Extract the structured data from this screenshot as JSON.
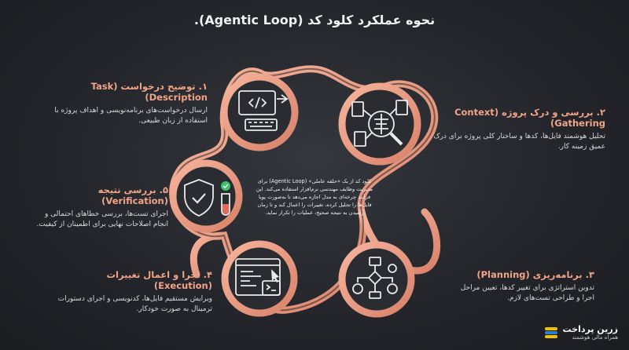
{
  "title": "نحوه عملکرد کلود کد (Agentic Loop).",
  "center": "کلود کد از یک «حلقه عاملی» (Agentic Loop) برای مدیریت وظایف مهندسی نرم‌افزار استفاده می‌کند. این فرآیند چرخه‌ای به مدل اجازه می‌دهد تا به‌صورت پویا فایل‌ها را تحلیل کرده، تغییرات را اعمال کند و تا زمان رسیدن به نتیجه صحیح، عملیات را تکرار نماید.",
  "steps": [
    {
      "title": "۱. توضیح درخواست (Task Description)",
      "desc": "ارسال درخواست‌های برنامه‌نویسی و اهداف پروژه با استفاده از زبان طبیعی."
    },
    {
      "title": "۲. بررسی و درک پروژه (Context Gathering)",
      "desc": "تحلیل هوشمند فایل‌ها، کدها و ساختار کلی پروژه برای درک عمیق زمینه کار."
    },
    {
      "title": "۳. برنامه‌ریزی (Planning)",
      "desc": "تدوین استراتژی برای تغییر کدها، تعیین مراحل اجرا و طراحی تست‌های لازم."
    },
    {
      "title": "۴. اجرا و اعمال تغییرات (Execution)",
      "desc": "ویرایش مستقیم فایل‌ها، کدنویسی و اجرای دستورات ترمینال به صورت خودکار."
    },
    {
      "title": "۵. بررسی نتیجه (Verification)",
      "desc": "اجرای تست‌ها، بررسی خطاهای احتمالی و انجام اصلاحات نهایی برای اطمینان از کیفیت."
    }
  ],
  "brand": {
    "name": "زرین پرداخت",
    "tagline": "همراه مالی هوشمند"
  },
  "colors": {
    "accent": "#f2a488",
    "stroke": "#e9967a",
    "background": "#26282d",
    "icon": "#eaeaea",
    "check": "#3cc46a"
  },
  "icons": [
    "computer-code-icon",
    "brain-network-icon",
    "flowchart-gears-icon",
    "terminal-window-icon",
    "shield-check-icon",
    "test-tube-icon"
  ]
}
